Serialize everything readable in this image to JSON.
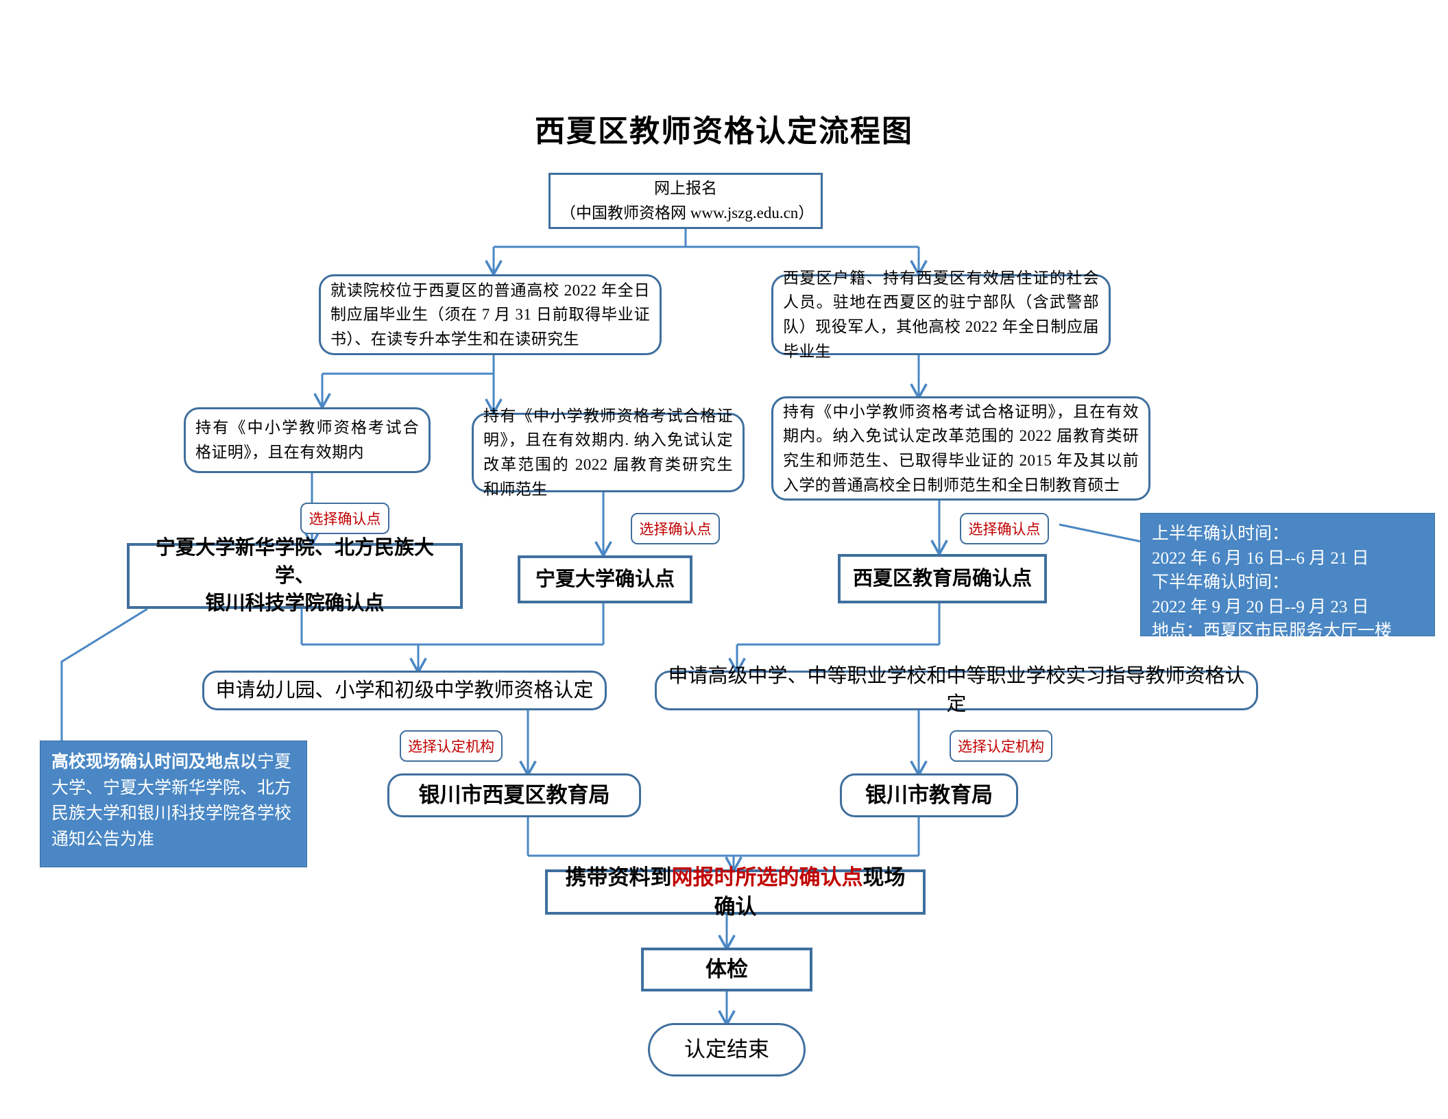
{
  "title": "西夏区教师资格认定流程图",
  "colors": {
    "line": "#4a87c4",
    "border": "#3f6f9e",
    "accent_red": "#c00000",
    "callout_bg": "#4a87c4",
    "text": "#000000"
  },
  "nodes": {
    "signup": {
      "line1": "网上报名",
      "line2": "（中国教师资格网 www.jszg.edu.cn）"
    },
    "branch_left": "就读院校位于西夏区的普通高校 2022 年全日制应届毕业生（须在 7 月 31 日前取得毕业证书）、在读专升本学生和在读研究生",
    "branch_right": "西夏区户籍、持有西夏区有效居住证的社会人员。驻地在西夏区的驻宁部队（含武警部队）现役军人，其他高校 2022 年全日制应届毕业生",
    "cond_1": "持有《中小学教师资格考试合格证明》，且在有效期内",
    "cond_2": "持有《中小学教师资格考试合格证明》，且在有效期内. 纳入免试认定改革范围的 2022 届教育类研究生和师范生",
    "cond_3": "持有《中小学教师资格考试合格证明》，且在有效期内。纳入免试认定改革范围的 2022 届教育类研究生和师范生、已取得毕业证的 2015 年及其以前入学的普通高校全日制师范生和全日制教育硕士",
    "point_1_line1": "宁夏大学新华学院、北方民族大学、",
    "point_1_line2": "银川科技学院确认点",
    "point_2": "宁夏大学确认点",
    "point_3": "西夏区教育局确认点",
    "apply_left": "申请幼儿园、小学和初级中学教师资格认定",
    "apply_right": "申请高级中学、中等职业学校和中等职业学校实习指导教师资格认定",
    "bureau_left": "银川市西夏区教育局",
    "bureau_right": "银川市教育局",
    "onsite_pre": "携带资料到",
    "onsite_highlight": "网报时所选的确认点",
    "onsite_post": "现场确认",
    "medical": "体检",
    "finish": "认定结束"
  },
  "chips": {
    "select_point_1": "选择确认点",
    "select_point_2": "选择确认点",
    "select_point_3": "选择确认点",
    "select_agency_1": "选择认定机构",
    "select_agency_2": "选择认定机构"
  },
  "callouts": {
    "confirm_time": {
      "l1": "上半年确认时间：",
      "l2": "2022 年 6 月 16 日--6 月 21 日",
      "l3": "下半年确认时间：",
      "l4": "2022 年 9 月 20 日--9 月 23 日",
      "l5": "地点：西夏区市民服务大厅一楼"
    },
    "campus_note": {
      "lead": "高校现场确认时间及地点以",
      "rest": "宁夏大学、宁夏大学新华学院、北方民族大学和银川科技学院各学校通知公告为准"
    }
  }
}
